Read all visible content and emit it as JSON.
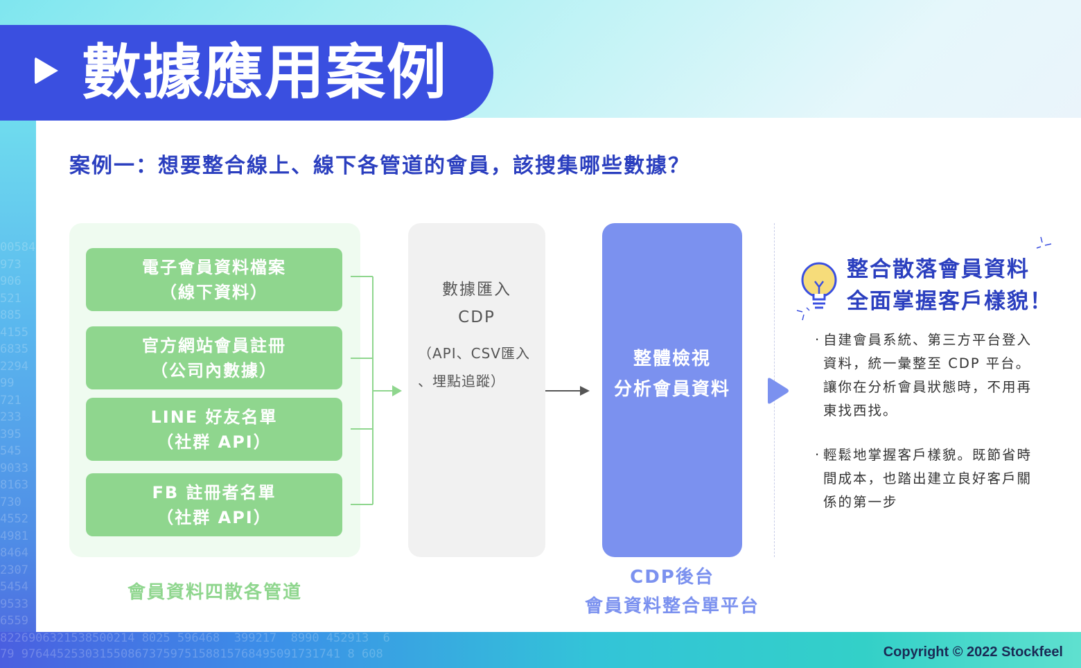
{
  "title": "數據應用案例",
  "question": "案例一：想要整合線上、線下各管道的會員，該搜集哪些數據？",
  "sources": [
    {
      "line1": "電子會員資料檔案",
      "line2": "（線下資料）"
    },
    {
      "line1": "官方網站會員註冊",
      "line2": "（公司內數據）"
    },
    {
      "line1": "LINE 好友名單",
      "line2": "（社群 API）"
    },
    {
      "line1": "FB 註冊者名單",
      "line2": "（社群 API）"
    }
  ],
  "sources_caption": "會員資料四散各管道",
  "import_step": {
    "title_line1": "數據匯入",
    "title_line2": "CDP",
    "sub_line1": "（API、CSV匯入",
    "sub_line2": "、埋點追蹤）"
  },
  "cdp_box": {
    "line1": "整體檢視",
    "line2": "分析會員資料"
  },
  "cdp_caption": {
    "line1": "CDP後台",
    "line2": "會員資料整合單平台"
  },
  "benefit": {
    "heading_line1": "整合散落會員資料",
    "heading_line2": "全面掌握客戶樣貌！",
    "bullet_dot": "‧",
    "bullet1": [
      "自建會員系統、第三方平台登入",
      "資料，統一彙整至 CDP 平台。",
      "讓你在分析會員狀態時，不用再",
      "東找西找。"
    ],
    "bullet2": [
      "輕鬆地掌握客戶樣貌。既節省時",
      "間成本，也踏出建立良好客戶關",
      "係的第一步"
    ]
  },
  "copyright": "Copyright © 2022 Stockfeel",
  "bg_digits_left": [
    "00584",
    "973",
    "906",
    "521",
    "885",
    "4155",
    "6835",
    "2294",
    "99",
    "721",
    "233",
    "395",
    "545",
    "9033",
    "8163",
    "730",
    "4552",
    "4981",
    "8464",
    "2307",
    "5454",
    "9533",
    "6559"
  ],
  "bg_digits_bottom": [
    "8226906321538500214 8025 596468  399217  8990 452913  6",
    "79 976445253031550867375975158815768495091731741 8 608"
  ],
  "colors": {
    "primary": "#3a4fe0",
    "green": "#8fd68e",
    "blue_box": "#7b91ef",
    "heading": "#2b3fbf",
    "bulb": "#f6dc7a"
  },
  "icons": [
    "play-triangle-icon",
    "lightbulb-icon",
    "sparkle-icon",
    "arrow-right-icon",
    "triangle-arrow-icon"
  ]
}
